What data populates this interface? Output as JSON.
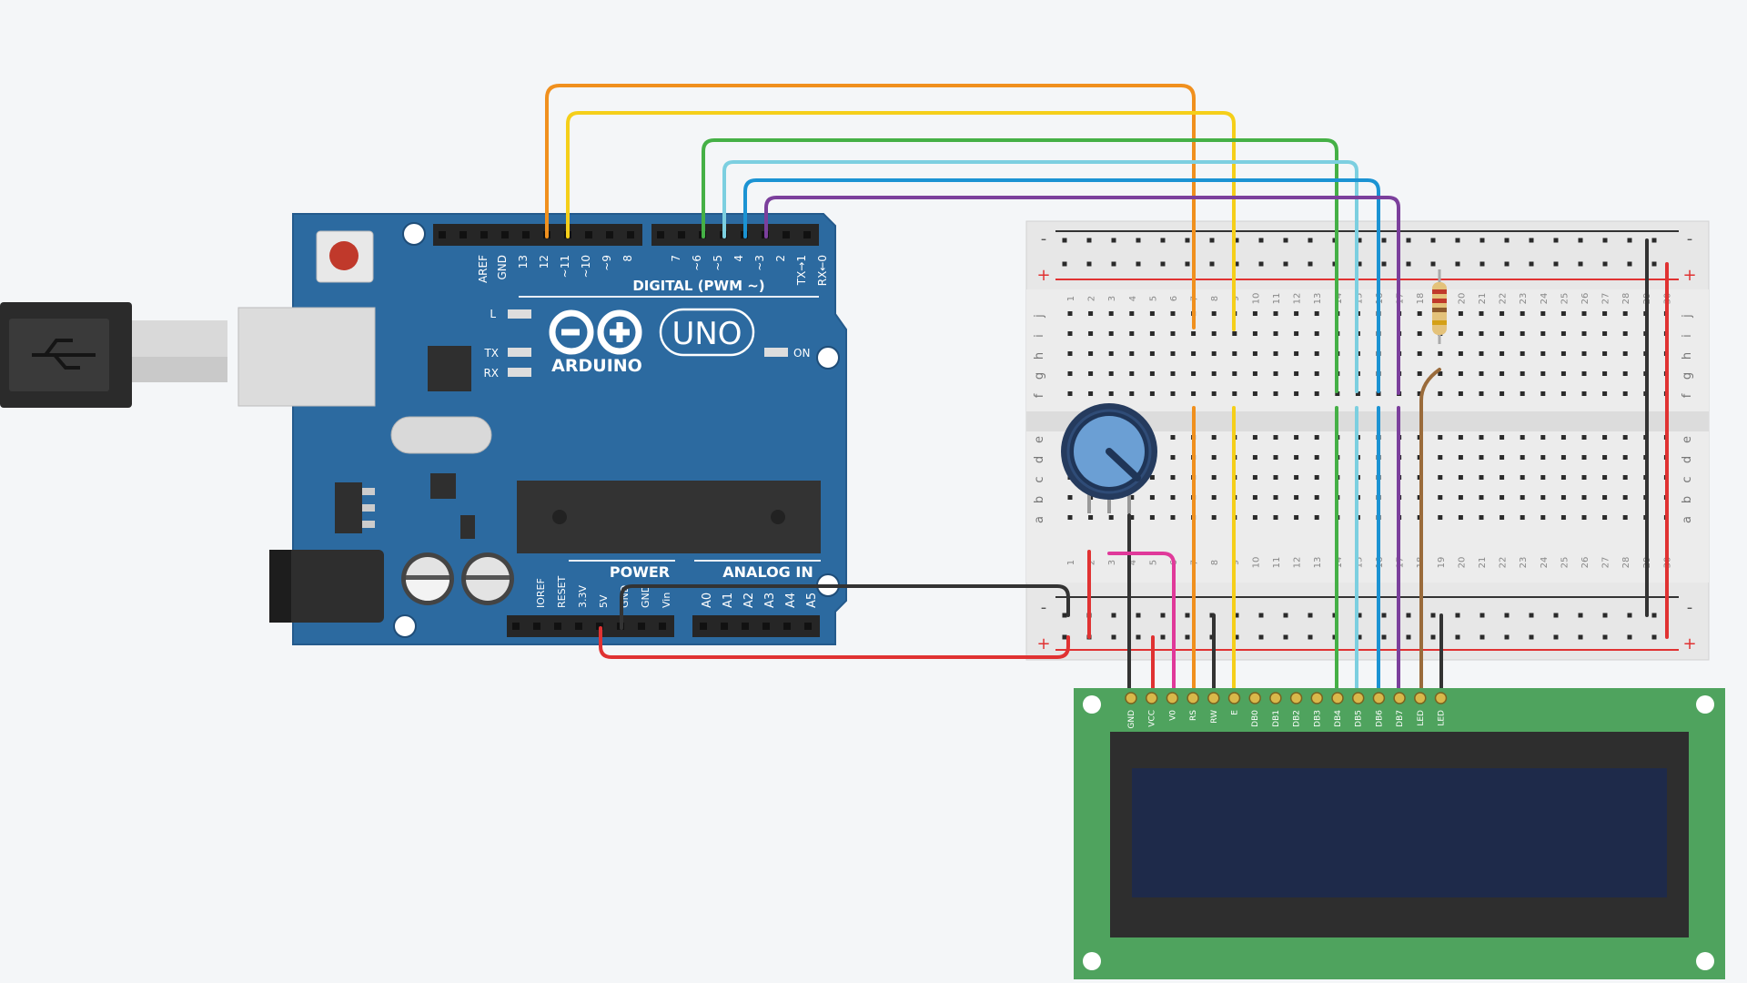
{
  "arduino": {
    "brand": "ARDUINO",
    "model": "UNO",
    "on_label": "ON",
    "l_label": "L",
    "tx_label": "TX",
    "rx_label": "RX",
    "digital_label": "DIGITAL (PWM ~)",
    "power_label": "POWER",
    "analog_label": "ANALOG IN",
    "digital_pins": [
      "AREF",
      "GND",
      "13",
      "12",
      "~11",
      "~10",
      "~9",
      "8",
      "7",
      "~6",
      "~5",
      "4",
      "~3",
      "2",
      "TX→1",
      "RX←0"
    ],
    "power_pins": [
      "IOREF",
      "RESET",
      "3.3V",
      "5V",
      "GND",
      "GND",
      "Vin"
    ],
    "analog_pins": [
      "A0",
      "A1",
      "A2",
      "A3",
      "A4",
      "A5"
    ],
    "board_color": "#2c6aa0"
  },
  "breadboard": {
    "row_letters_top": [
      "j",
      "i",
      "h",
      "g",
      "f"
    ],
    "row_letters_bottom": [
      "e",
      "d",
      "c",
      "b",
      "a"
    ],
    "column_numbers": [
      "1",
      "2",
      "3",
      "4",
      "5",
      "6",
      "7",
      "8",
      "9",
      "10",
      "11",
      "12",
      "13",
      "14",
      "15",
      "16",
      "17",
      "18",
      "19",
      "20",
      "21",
      "22",
      "23",
      "24",
      "25",
      "26",
      "27",
      "28",
      "29",
      "30"
    ],
    "minus": "-",
    "plus": "+"
  },
  "lcd": {
    "pins": [
      "GND",
      "VCC",
      "V0",
      "RS",
      "RW",
      "E",
      "DB0",
      "DB1",
      "DB2",
      "DB3",
      "DB4",
      "DB5",
      "DB6",
      "DB7",
      "LED",
      "LED"
    ],
    "board_color": "#4fa35e",
    "screen_color": "#1e2a4a"
  },
  "wire_colors": {
    "orange": "#f0901e",
    "yellow": "#f5cf1a",
    "green": "#45b046",
    "light_blue": "#7ccfe0",
    "blue": "#1b93d3",
    "purple": "#7b3f9c",
    "red": "#e03232",
    "black": "#333333",
    "pink": "#e0399a",
    "brown": "#9a6b3b"
  }
}
